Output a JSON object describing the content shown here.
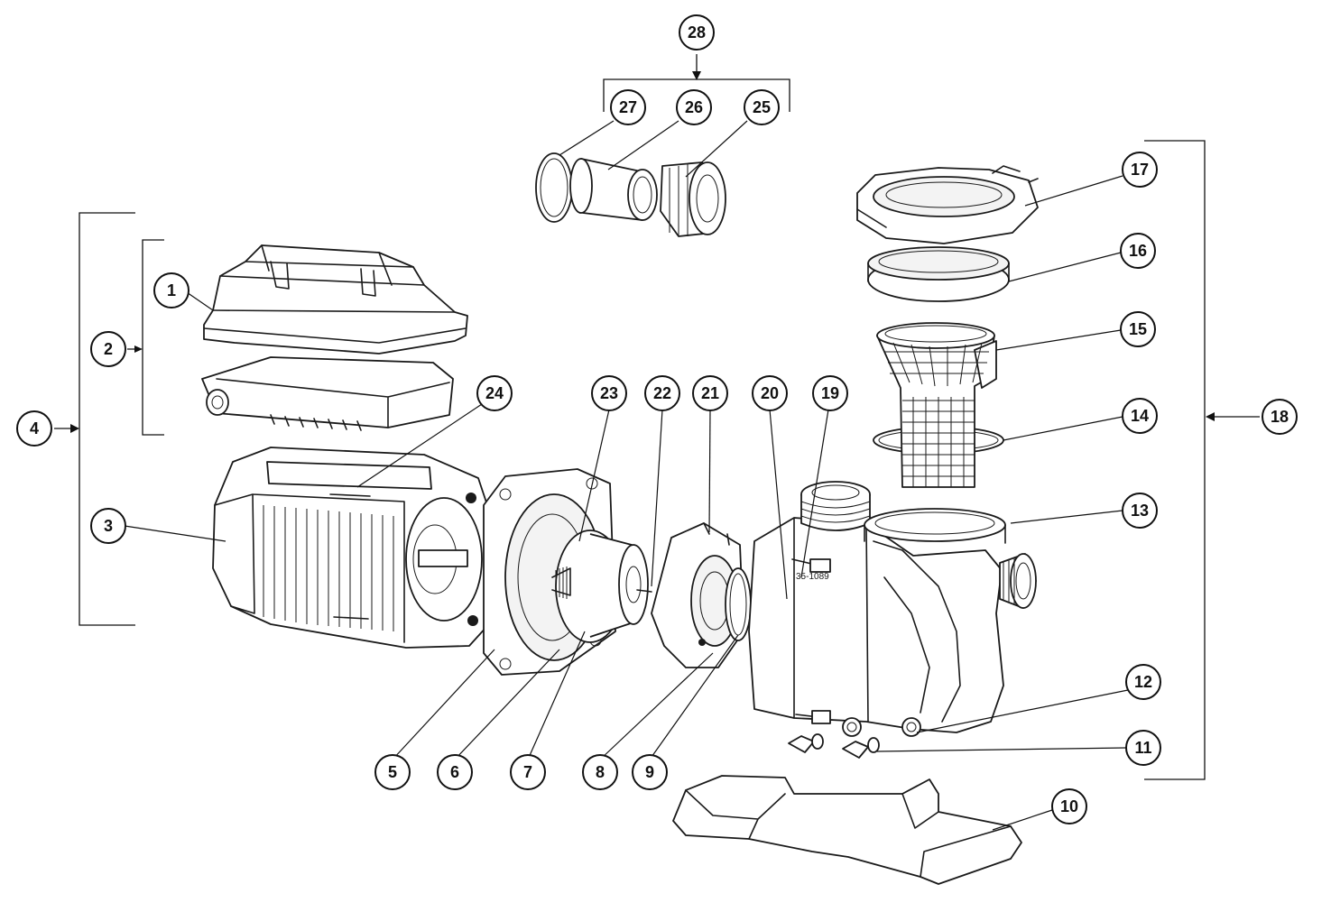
{
  "callouts": [
    {
      "id": "1",
      "label": "1"
    },
    {
      "id": "2",
      "label": "2"
    },
    {
      "id": "3",
      "label": "3"
    },
    {
      "id": "4",
      "label": "4"
    },
    {
      "id": "5",
      "label": "5"
    },
    {
      "id": "6",
      "label": "6"
    },
    {
      "id": "7",
      "label": "7"
    },
    {
      "id": "8",
      "label": "8"
    },
    {
      "id": "9",
      "label": "9"
    },
    {
      "id": "10",
      "label": "10"
    },
    {
      "id": "11",
      "label": "11"
    },
    {
      "id": "12",
      "label": "12"
    },
    {
      "id": "13",
      "label": "13"
    },
    {
      "id": "14",
      "label": "14"
    },
    {
      "id": "15",
      "label": "15"
    },
    {
      "id": "16",
      "label": "16"
    },
    {
      "id": "17",
      "label": "17"
    },
    {
      "id": "18",
      "label": "18"
    },
    {
      "id": "19",
      "label": "19"
    },
    {
      "id": "20",
      "label": "20"
    },
    {
      "id": "21",
      "label": "21"
    },
    {
      "id": "22",
      "label": "22"
    },
    {
      "id": "23",
      "label": "23"
    },
    {
      "id": "24",
      "label": "24"
    },
    {
      "id": "25",
      "label": "25"
    },
    {
      "id": "26",
      "label": "26"
    },
    {
      "id": "27",
      "label": "27"
    },
    {
      "id": "28",
      "label": "28"
    }
  ],
  "pump_body_marking": "35-1089",
  "colors": {
    "line": "#1a1a1a",
    "background": "#ffffff"
  }
}
